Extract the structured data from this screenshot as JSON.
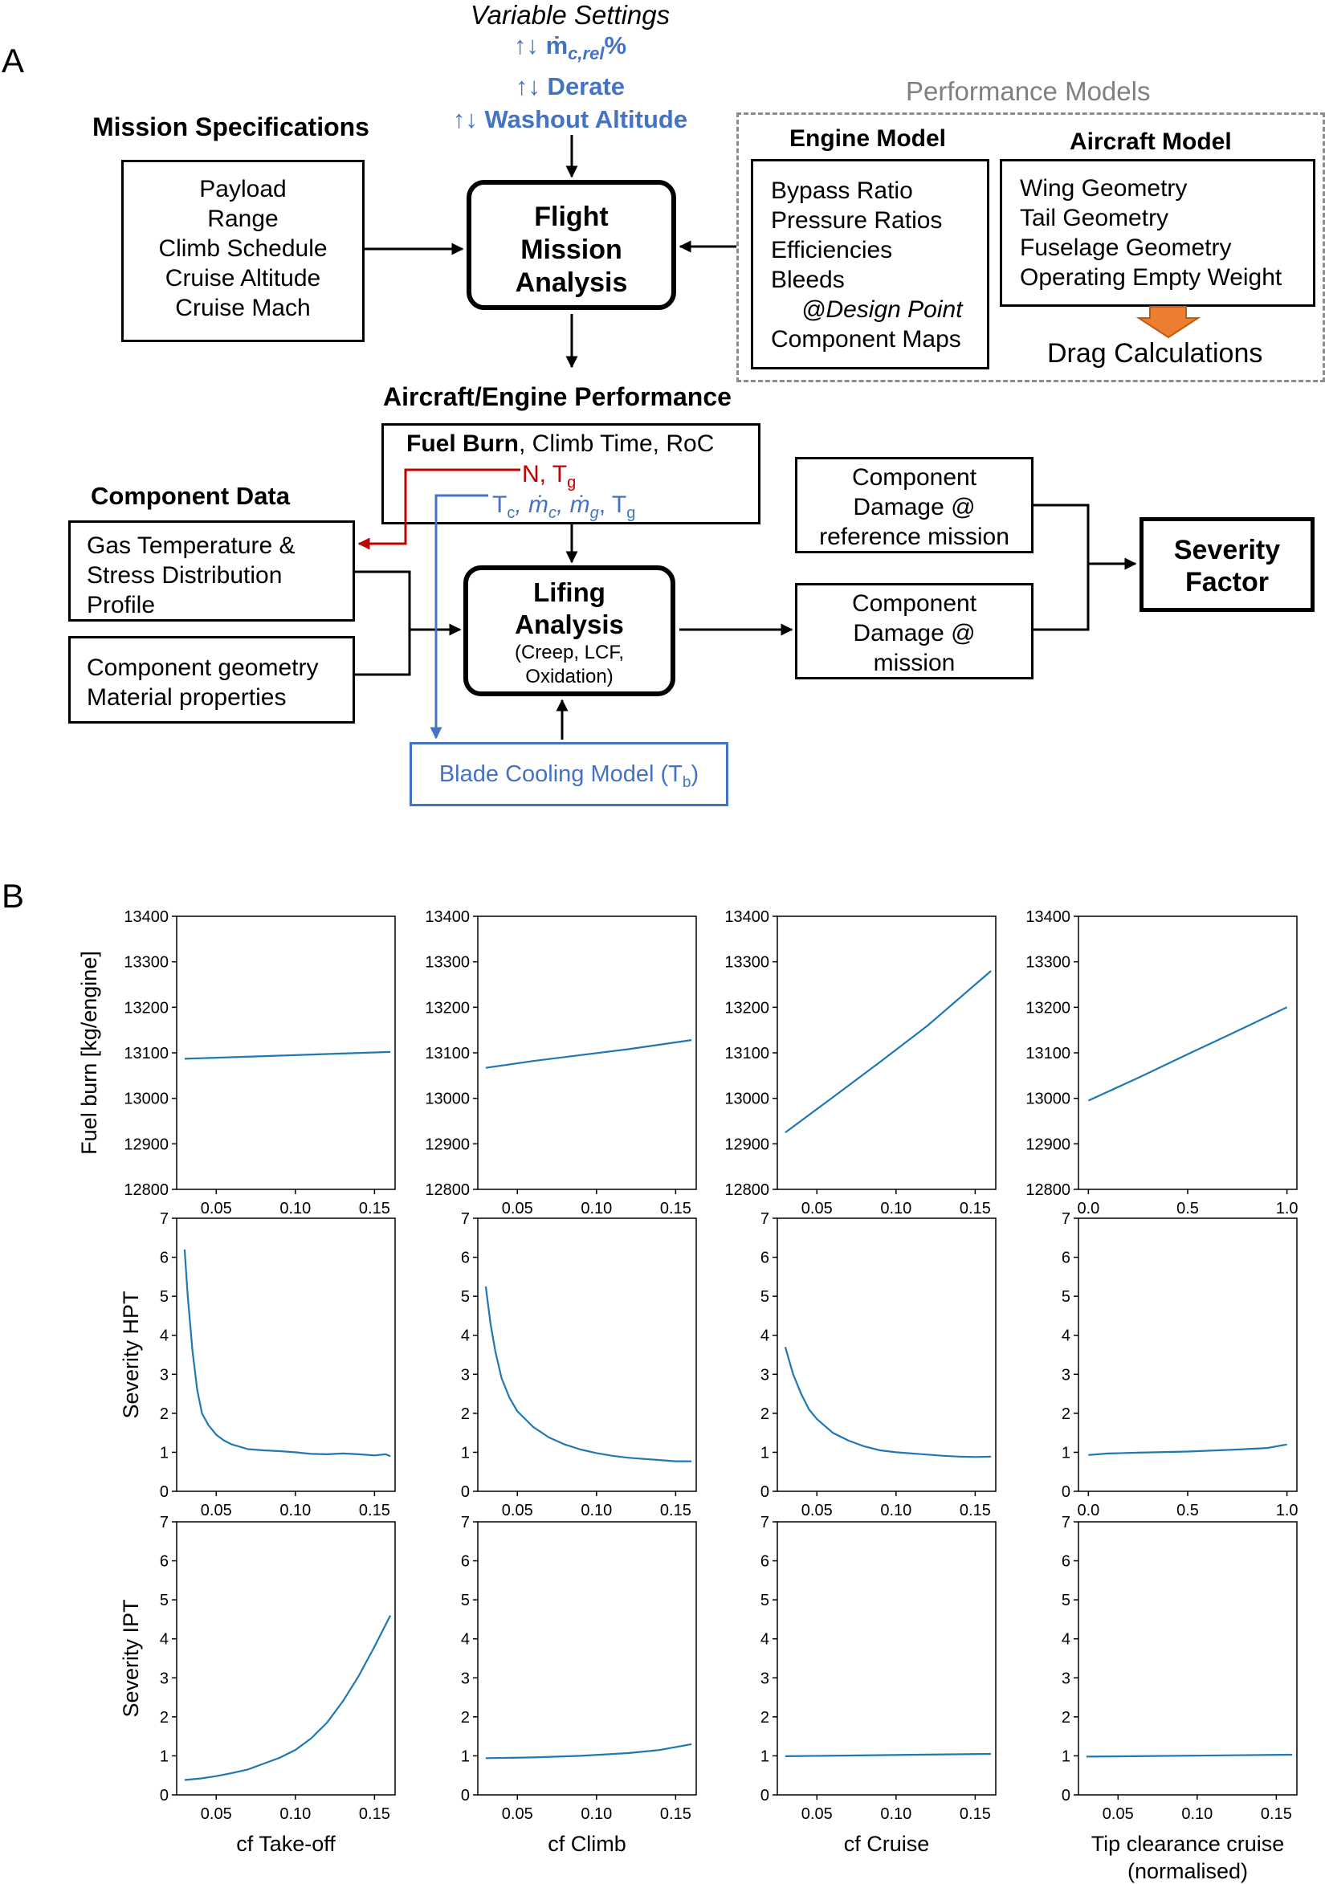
{
  "panel_a": {
    "letter": "A",
    "variable_settings": {
      "title": "Variable Settings",
      "lines": [
        "↑↓ ṁ",
        "↑↓ Derate",
        "↑↓ Washout Altitude"
      ],
      "mdot_sub": "c,rel",
      "mdot_suffix": "%"
    },
    "mission_specs": {
      "title": "Mission Specifications",
      "items": [
        "Payload",
        "Range",
        "Climb Schedule",
        "Cruise Altitude",
        "Cruise Mach"
      ]
    },
    "flight_mission": {
      "lines": [
        "Flight",
        "Mission",
        "Analysis"
      ]
    },
    "performance_models": {
      "title": "Performance Models",
      "engine": {
        "title": "Engine Model",
        "items": [
          "Bypass Ratio",
          "Pressure Ratios",
          "Efficiencies",
          "Bleeds"
        ],
        "design_point": "@Design Point",
        "last": "Component Maps"
      },
      "aircraft": {
        "title": "Aircraft Model",
        "items": [
          "Wing Geometry",
          "Tail Geometry",
          "Fuselage Geometry",
          "Operating Empty Weight"
        ]
      },
      "drag": "Drag Calculations"
    },
    "ae_performance": {
      "title": "Aircraft/Engine Performance",
      "fuel_burn": "Fuel Burn",
      "rest": ", Climb Time, RoC",
      "red_line": "N, T",
      "red_sub": "g",
      "blue_line_parts": [
        "T",
        "c",
        ", ṁ",
        "c",
        ", ṁ",
        "g",
        ", T",
        "g"
      ]
    },
    "component_data": {
      "title": "Component Data",
      "box1": [
        "Gas Temperature &",
        "Stress Distribution",
        "Profile"
      ],
      "box2": [
        "Component geometry",
        "Material properties"
      ]
    },
    "lifing": {
      "lines": [
        "Lifing",
        "Analysis"
      ],
      "sub": [
        "(Creep, LCF,",
        "Oxidation)"
      ]
    },
    "blade_cooling": {
      "text": "Blade Cooling Model (T",
      "sub": "b",
      "close": ")"
    },
    "damage_ref": [
      "Component",
      "Damage @",
      "reference mission"
    ],
    "damage_mission": [
      "Component",
      "Damage @",
      "mission"
    ],
    "severity": [
      "Severity",
      "Factor"
    ]
  },
  "panel_b": {
    "letter": "B"
  },
  "chart_data": {
    "type": "line",
    "layout": "3x4 grid",
    "line_color": "#1f77b4",
    "row_ylabels": [
      "Fuel burn [kg/engine]",
      "Severity HPT",
      "Severity IPT"
    ],
    "col_xlabels": [
      "cf Take-off",
      "cf Climb",
      "cf Cruise",
      "Tip clearance cruise\n(normalised)"
    ],
    "rows": [
      {
        "ylim": [
          12800,
          13400
        ],
        "yticks": [
          12800,
          12900,
          13000,
          13100,
          13200,
          13300,
          13400
        ]
      },
      {
        "ylim": [
          0,
          7
        ],
        "yticks": [
          0,
          1,
          2,
          3,
          4,
          5,
          6,
          7
        ]
      },
      {
        "ylim": [
          0,
          7
        ],
        "yticks": [
          0,
          1,
          2,
          3,
          4,
          5,
          6,
          7
        ]
      }
    ],
    "panels": [
      {
        "row": 0,
        "col": 0,
        "xlim": [
          0.025,
          0.163
        ],
        "xticks": [
          0.05,
          0.1,
          0.15
        ],
        "xtick_labels": [
          "0.05",
          "0.10",
          "0.15"
        ],
        "x": [
          0.03,
          0.16
        ],
        "y": [
          13087,
          13102
        ]
      },
      {
        "row": 0,
        "col": 1,
        "xlim": [
          0.025,
          0.163
        ],
        "xticks": [
          0.05,
          0.1,
          0.15
        ],
        "xtick_labels": [
          "0.05",
          "0.10",
          "0.15"
        ],
        "x": [
          0.03,
          0.06,
          0.09,
          0.12,
          0.16
        ],
        "y": [
          13067,
          13082,
          13095,
          13108,
          13128
        ]
      },
      {
        "row": 0,
        "col": 2,
        "xlim": [
          0.025,
          0.163
        ],
        "xticks": [
          0.05,
          0.1,
          0.15
        ],
        "xtick_labels": [
          "0.05",
          "0.10",
          "0.15"
        ],
        "x": [
          0.03,
          0.06,
          0.09,
          0.12,
          0.16
        ],
        "y": [
          12925,
          13002,
          13080,
          13160,
          13280
        ]
      },
      {
        "row": 0,
        "col": 3,
        "xlim": [
          -0.05,
          1.05
        ],
        "xticks": [
          0.0,
          0.5,
          1.0
        ],
        "xtick_labels": [
          "0.0",
          "0.5",
          "1.0"
        ],
        "x": [
          0,
          0.25,
          0.5,
          0.75,
          1.0
        ],
        "y": [
          12995,
          13045,
          13097,
          13148,
          13200
        ]
      },
      {
        "row": 1,
        "col": 0,
        "xlim": [
          0.025,
          0.163
        ],
        "xticks": [
          0.05,
          0.1,
          0.15
        ],
        "xtick_labels": [
          "0.05",
          "0.10",
          "0.15"
        ],
        "x": [
          0.03,
          0.032,
          0.035,
          0.038,
          0.041,
          0.045,
          0.05,
          0.055,
          0.06,
          0.07,
          0.08,
          0.09,
          0.1,
          0.11,
          0.12,
          0.13,
          0.14,
          0.15,
          0.157,
          0.16
        ],
        "y": [
          6.2,
          5.0,
          3.6,
          2.6,
          2.0,
          1.7,
          1.45,
          1.3,
          1.2,
          1.08,
          1.05,
          1.03,
          1.0,
          0.96,
          0.95,
          0.97,
          0.95,
          0.92,
          0.95,
          0.9
        ]
      },
      {
        "row": 1,
        "col": 1,
        "xlim": [
          0.025,
          0.163
        ],
        "xticks": [
          0.05,
          0.1,
          0.15
        ],
        "xtick_labels": [
          "0.05",
          "0.10",
          "0.15"
        ],
        "x": [
          0.03,
          0.033,
          0.036,
          0.04,
          0.045,
          0.05,
          0.06,
          0.07,
          0.08,
          0.09,
          0.1,
          0.11,
          0.12,
          0.13,
          0.14,
          0.15,
          0.16
        ],
        "y": [
          5.25,
          4.3,
          3.6,
          2.9,
          2.4,
          2.05,
          1.65,
          1.38,
          1.2,
          1.07,
          0.98,
          0.91,
          0.86,
          0.83,
          0.8,
          0.77,
          0.77
        ]
      },
      {
        "row": 1,
        "col": 2,
        "xlim": [
          0.025,
          0.163
        ],
        "xticks": [
          0.05,
          0.1,
          0.15
        ],
        "xtick_labels": [
          "0.05",
          "0.10",
          "0.15"
        ],
        "x": [
          0.03,
          0.035,
          0.04,
          0.045,
          0.05,
          0.06,
          0.07,
          0.08,
          0.09,
          0.1,
          0.11,
          0.12,
          0.13,
          0.14,
          0.15,
          0.16
        ],
        "y": [
          3.7,
          3.0,
          2.5,
          2.1,
          1.85,
          1.5,
          1.3,
          1.15,
          1.05,
          1.0,
          0.97,
          0.94,
          0.91,
          0.89,
          0.88,
          0.89
        ]
      },
      {
        "row": 1,
        "col": 3,
        "xlim": [
          -0.05,
          1.05
        ],
        "xticks": [
          0.0,
          0.5,
          1.0
        ],
        "xtick_labels": [
          "0.0",
          "0.5",
          "1.0"
        ],
        "x": [
          0,
          0.1,
          0.25,
          0.5,
          0.75,
          0.9,
          1.0
        ],
        "y": [
          0.93,
          0.97,
          0.99,
          1.02,
          1.07,
          1.11,
          1.2
        ]
      },
      {
        "row": 2,
        "col": 0,
        "xlim": [
          0.025,
          0.163
        ],
        "xticks": [
          0.05,
          0.1,
          0.15
        ],
        "xtick_labels": [
          "0.05",
          "0.10",
          "0.15"
        ],
        "x": [
          0.03,
          0.04,
          0.05,
          0.06,
          0.07,
          0.08,
          0.09,
          0.1,
          0.11,
          0.12,
          0.13,
          0.14,
          0.15,
          0.16
        ],
        "y": [
          0.38,
          0.42,
          0.48,
          0.56,
          0.65,
          0.8,
          0.95,
          1.15,
          1.45,
          1.85,
          2.4,
          3.05,
          3.8,
          4.6
        ]
      },
      {
        "row": 2,
        "col": 1,
        "xlim": [
          0.025,
          0.163
        ],
        "xticks": [
          0.05,
          0.1,
          0.15
        ],
        "xtick_labels": [
          "0.05",
          "0.10",
          "0.15"
        ],
        "x": [
          0.03,
          0.06,
          0.09,
          0.12,
          0.14,
          0.16
        ],
        "y": [
          0.94,
          0.96,
          1.0,
          1.07,
          1.15,
          1.3
        ]
      },
      {
        "row": 2,
        "col": 2,
        "xlim": [
          0.025,
          0.163
        ],
        "xticks": [
          0.05,
          0.1,
          0.15
        ],
        "xtick_labels": [
          "0.05",
          "0.10",
          "0.15"
        ],
        "x": [
          0.03,
          0.16
        ],
        "y": [
          0.99,
          1.05
        ]
      },
      {
        "row": 2,
        "col": 3,
        "xlim": [
          0.025,
          0.163
        ],
        "xticks": [
          0.05,
          0.1,
          0.15
        ],
        "xtick_labels": [
          "0.05",
          "0.10",
          "0.15"
        ],
        "x": [
          0.03,
          0.16
        ],
        "y": [
          0.98,
          1.03
        ]
      }
    ]
  }
}
